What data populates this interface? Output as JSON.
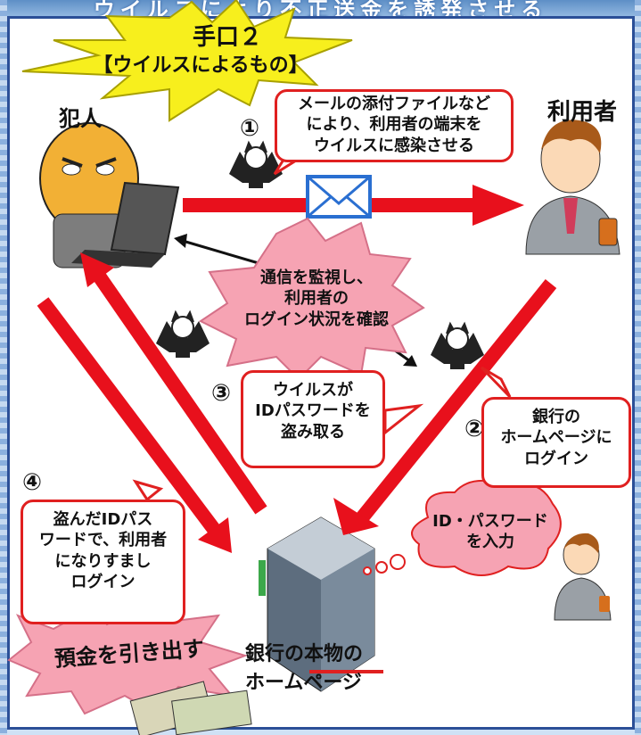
{
  "header": {
    "strip_text": "ウイルスにより不正送金を誘発させる",
    "method_title": "手口２",
    "method_subtitle": "【ウイルスによるもの】"
  },
  "actors": {
    "criminal": "犯人",
    "user": "利用者"
  },
  "steps": {
    "step1": {
      "num": "①",
      "lines": [
        "メールの添付ファイルなど",
        "により、利用者の端末を",
        "ウイルスに感染させる"
      ]
    },
    "step2": {
      "num": "②",
      "lines": [
        "銀行の",
        "ホームページに",
        "ログイン"
      ]
    },
    "step3": {
      "num": "③",
      "lines": [
        "ウイルスが",
        "IDパスワードを",
        "盗み取る"
      ]
    },
    "step4": {
      "num": "④",
      "lines": [
        "盗んだIDパス",
        "ワードで、利用者",
        "になりすまし",
        "ログイン"
      ]
    }
  },
  "monitor_burst": {
    "lines": [
      "通信を監視し、",
      "利用者の",
      "ログイン状況を確認"
    ]
  },
  "thought": {
    "lines": [
      "ID・パスワード",
      "を入力"
    ]
  },
  "withdraw_burst": {
    "text": "預金を引き出す"
  },
  "bank_label": {
    "line1_a": "銀行の",
    "line1_b": "本物の",
    "line2": "ホームページ"
  },
  "colors": {
    "arrow": "#e8101c",
    "bubble_border": "#e02020",
    "frame": "#2b4f97",
    "burst_pink": "#f6a3b3",
    "burst_yellow": "#f7ef1d"
  }
}
